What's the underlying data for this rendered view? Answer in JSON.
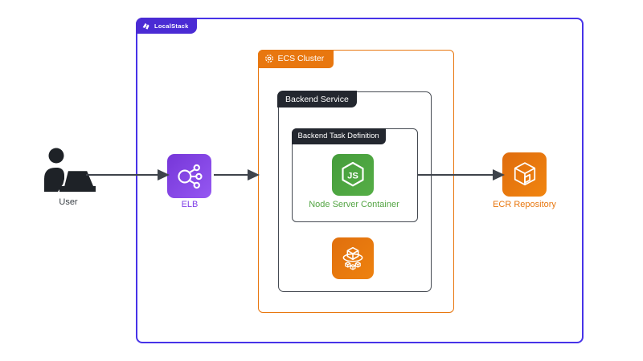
{
  "containers": {
    "localstack": {
      "label": "LocalStack"
    },
    "ecs_cluster": {
      "label": "ECS Cluster"
    },
    "backend_service": {
      "label": "Backend Service"
    },
    "backend_task_definition": {
      "label": "Backend Task Definition"
    }
  },
  "nodes": {
    "user": {
      "label": "User"
    },
    "elb": {
      "label": "ELB"
    },
    "node_server": {
      "label": "Node Server Container"
    },
    "ecr_repository": {
      "label": "ECR Repository"
    }
  },
  "icons": {
    "node_js_text": "JS"
  },
  "colors": {
    "localstack_border": "#4733e8",
    "localstack_tab": "#4a2bd4",
    "aws_orange": "#e8770f",
    "dark_tab": "#23272f",
    "dark_border": "#454a52",
    "node_green": "#54a544",
    "elb_purple": "#8140e8",
    "arrow_gray": "#3e434b"
  }
}
